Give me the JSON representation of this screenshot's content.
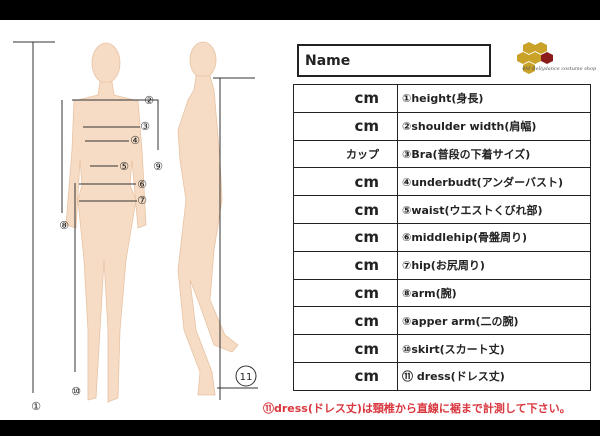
{
  "name_label": "Name",
  "logo": {
    "monogram": "4M",
    "text": "Bellydance costume shop"
  },
  "rows": [
    {
      "unit": "cm",
      "label": "①height(身長)"
    },
    {
      "unit": "cm",
      "label": "②shoulder width(肩幅)"
    },
    {
      "unit": "カップ",
      "label": "③Bra(普段の下着サイズ)"
    },
    {
      "unit": "cm",
      "label": "④underbudt(アンダーバスト)"
    },
    {
      "unit": "cm",
      "label": "⑤waist(ウエストくびれ部)"
    },
    {
      "unit": "cm",
      "label": "⑥middlehip(骨盤周り)"
    },
    {
      "unit": "cm",
      "label": "⑦hip(お尻周り)"
    },
    {
      "unit": "cm",
      "label": "⑧arm(腕)"
    },
    {
      "unit": "cm",
      "label": "⑨apper arm(二の腕)"
    },
    {
      "unit": "cm",
      "label": "⑩skirt(スカート丈)"
    },
    {
      "unit": "cm",
      "label": "⑪ dress(ドレス丈)"
    }
  ],
  "markers": {
    "m1": "①",
    "m2": "②",
    "m3": "③",
    "m4": "④",
    "m5": "⑤",
    "m6": "⑥",
    "m7": "⑦",
    "m8": "⑧",
    "m9": "⑨",
    "m10": "⑩",
    "m11": "11"
  },
  "note": "⑪dress(ドレス丈)は頸椎から直線に裾まで計測して下さい。",
  "colors": {
    "skin": "#f6dcc4",
    "note": "#d9363e",
    "logo_gold": "#c9a227",
    "logo_red": "#8b1a1a"
  }
}
